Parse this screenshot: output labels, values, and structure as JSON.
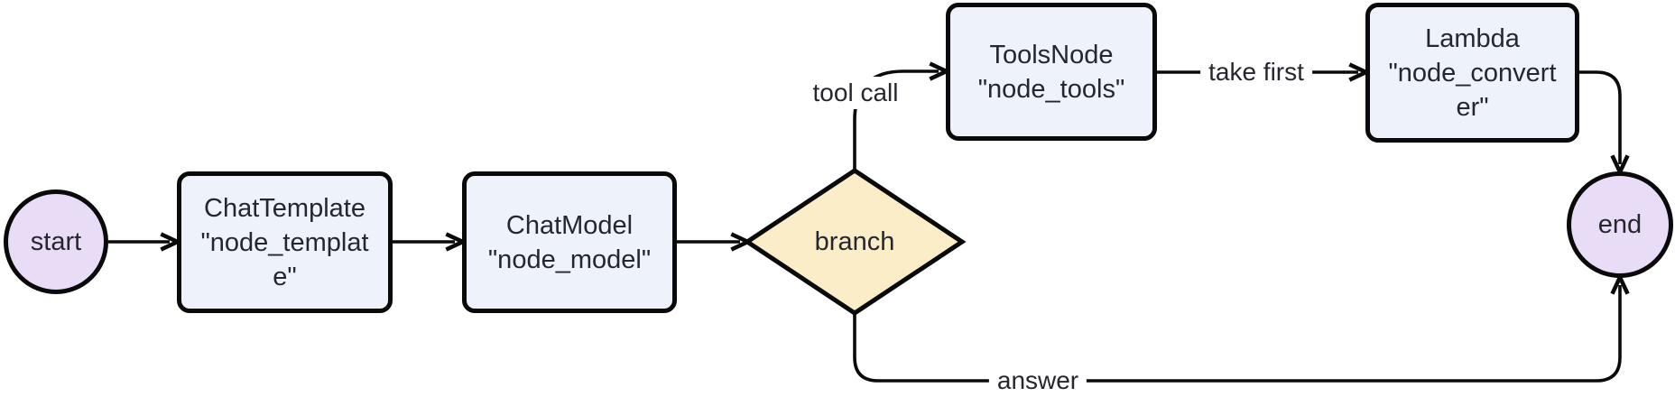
{
  "diagram": {
    "type": "flowchart",
    "direction": "left-to-right",
    "colors": {
      "stroke_color": "#0a0a0a",
      "text_color": "#26272e",
      "terminal_fill": "#e9dcf7",
      "process_fill": "#edf2fb",
      "decision_fill": "#fbedc8",
      "label_bg": "#ffffff"
    },
    "nodes": {
      "start": {
        "shape": "circle",
        "label": "start"
      },
      "chat_template": {
        "shape": "rounded-rect",
        "label": "ChatTemplate \"node_template\"",
        "lines": [
          "ChatTemplate",
          "\"node_templat",
          "e\""
        ]
      },
      "chat_model": {
        "shape": "rounded-rect",
        "label": "ChatModel \"node_model\"",
        "lines": [
          "ChatModel",
          "\"node_model\""
        ]
      },
      "branch": {
        "shape": "diamond",
        "label": "branch"
      },
      "tools_node": {
        "shape": "rounded-rect",
        "label": "ToolsNode \"node_tools\"",
        "lines": [
          "ToolsNode",
          "\"node_tools\""
        ]
      },
      "lambda": {
        "shape": "rounded-rect",
        "label": "Lambda \"node_converter\"",
        "lines": [
          "Lambda",
          "\"node_convert",
          "er\""
        ]
      },
      "end": {
        "shape": "circle",
        "label": "end"
      }
    },
    "edges": [
      {
        "from": "start",
        "to": "chat_template",
        "label": ""
      },
      {
        "from": "chat_template",
        "to": "chat_model",
        "label": ""
      },
      {
        "from": "chat_model",
        "to": "branch",
        "label": ""
      },
      {
        "from": "branch",
        "to": "tools_node",
        "label": "tool call"
      },
      {
        "from": "tools_node",
        "to": "lambda",
        "label": "take first"
      },
      {
        "from": "lambda",
        "to": "end",
        "label": ""
      },
      {
        "from": "branch",
        "to": "end",
        "label": "answer"
      }
    ],
    "edge_labels": {
      "tool_call": "tool call",
      "take_first": "take first",
      "answer": "answer"
    }
  }
}
